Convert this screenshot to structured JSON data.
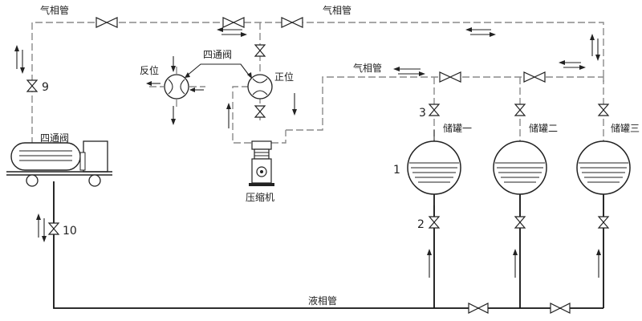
{
  "labels": {
    "gas_pipe_top_left": "气相管",
    "gas_pipe_top_right": "气相管",
    "gas_pipe_mid": "气相管",
    "four_way_valve_top": "四通阀",
    "reverse_position": "反位",
    "forward_position": "正位",
    "compressor": "压缩机",
    "four_way_valve_truck": "四通阀",
    "liquid_pipe": "液相管"
  },
  "tanks": [
    {
      "label": "储罐一"
    },
    {
      "label": "储罐二"
    },
    {
      "label": "储罐三"
    }
  ],
  "numbers": {
    "n1": "1",
    "n2": "2",
    "n3": "3",
    "n9": "9",
    "n10": "10"
  }
}
